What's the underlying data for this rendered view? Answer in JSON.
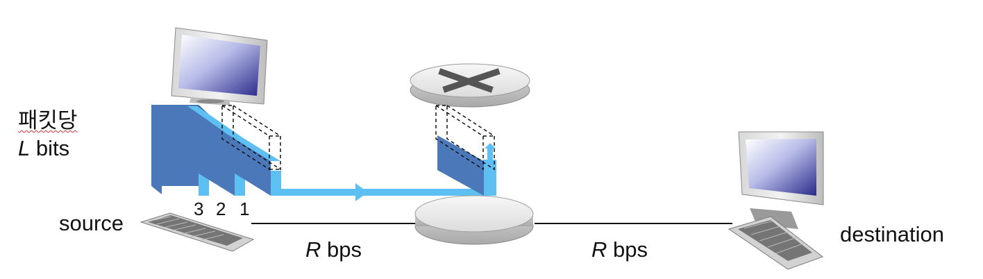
{
  "title": {
    "korean": "패킷당",
    "bits_var": "L",
    "bits_unit": "bits"
  },
  "packets": [
    "3",
    "2",
    "1"
  ],
  "hosts": {
    "source": "source",
    "destination": "destination"
  },
  "links": [
    {
      "var": "R",
      "unit": "bps"
    },
    {
      "var": "R",
      "unit": "bps"
    }
  ],
  "icons": {
    "source_monitor": "monitor-icon",
    "source_keyboard": "keyboard-icon",
    "destination_computer": "computer-icon",
    "router": "router-icon",
    "switch_disk": "switch-icon"
  },
  "colors": {
    "packet_face": "#4a78b8",
    "packet_side": "#5ec0f2",
    "arrow": "#5ec0f2",
    "link_line": "#111111",
    "screen_gradient_dark": "#2a2a8a"
  }
}
